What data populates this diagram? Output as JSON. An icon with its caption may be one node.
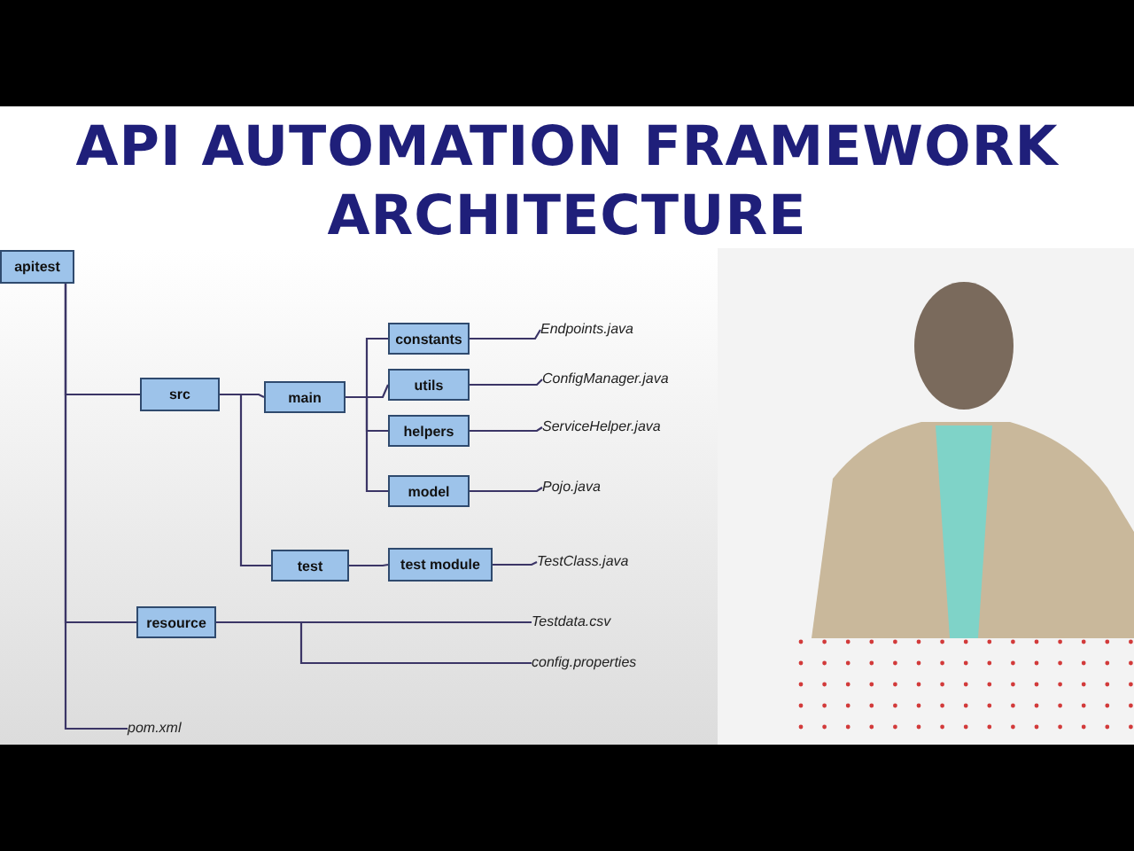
{
  "diagram": {
    "title": "API AUTOMATION FRAMEWORK ARCHITECTURE",
    "nodes": [
      {
        "text": [
          "apitest"
        ]
      },
      {
        "text": [
          "src"
        ]
      },
      {
        "text": [
          "main"
        ]
      },
      {
        "text": [
          "constants"
        ]
      },
      {
        "text": [
          "utils"
        ]
      },
      {
        "text": [
          "helpers"
        ]
      },
      {
        "text": [
          "model"
        ]
      },
      {
        "text": [
          "test"
        ]
      },
      {
        "text": [
          "test module"
        ]
      },
      {
        "text": [
          "resource"
        ]
      },
      {
        "text": [
          "Endpoints.java"
        ]
      },
      {
        "text": [
          "ConfigManager.java"
        ]
      },
      {
        "text": [
          "ServiceHelper.java"
        ]
      },
      {
        "text": [
          "Pojo.java"
        ]
      },
      {
        "text": [
          "TestClass.java"
        ]
      },
      {
        "text": [
          "Testdata.csv"
        ]
      },
      {
        "text": [
          "config.properties"
        ]
      },
      {
        "text": [
          "pom.xml"
        ]
      }
    ],
    "edges": [
      {
        "from": 0,
        "to": 1,
        "arrow": "none"
      },
      {
        "from": 0,
        "to": 9,
        "arrow": "none"
      },
      {
        "from": 0,
        "to": 17,
        "arrow": "none"
      },
      {
        "from": 1,
        "to": 2,
        "arrow": "none"
      },
      {
        "from": 1,
        "to": 7,
        "arrow": "none"
      },
      {
        "from": 2,
        "to": 3,
        "arrow": "none"
      },
      {
        "from": 2,
        "to": 4,
        "arrow": "none"
      },
      {
        "from": 2,
        "to": 5,
        "arrow": "none"
      },
      {
        "from": 2,
        "to": 6,
        "arrow": "none"
      },
      {
        "from": 3,
        "to": 10,
        "arrow": "none"
      },
      {
        "from": 4,
        "to": 11,
        "arrow": "none"
      },
      {
        "from": 5,
        "to": 12,
        "arrow": "none"
      },
      {
        "from": 6,
        "to": 13,
        "arrow": "none"
      },
      {
        "from": 7,
        "to": 8,
        "arrow": "none"
      },
      {
        "from": 8,
        "to": 14,
        "arrow": "none"
      },
      {
        "from": 9,
        "to": 15,
        "arrow": "none"
      },
      {
        "from": 9,
        "to": 16,
        "arrow": "none"
      }
    ]
  }
}
